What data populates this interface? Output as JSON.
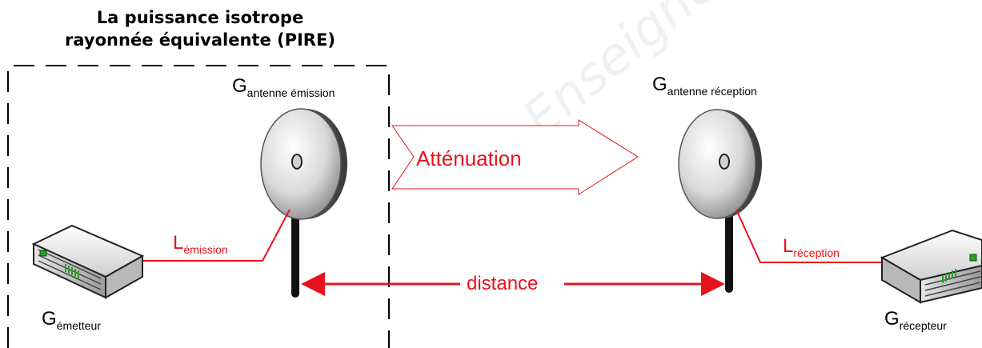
{
  "title": {
    "line1": "La puissance isotrope",
    "line2": "rayonnée équivalente (PIRE)"
  },
  "labels": {
    "g_antenne_emission": {
      "main": "G",
      "sub": "antenne émission"
    },
    "g_antenne_reception": {
      "main": "G",
      "sub": "antenne réception"
    },
    "l_emission": {
      "main": "L",
      "sub": "émission"
    },
    "l_reception": {
      "main": "L",
      "sub": "réception"
    },
    "g_emetteur": {
      "main": "G",
      "sub": "émetteur"
    },
    "g_recepteur": {
      "main": "G",
      "sub": "récepteur"
    },
    "attenuation": "Atténuation",
    "distance": "distance"
  },
  "watermark": "Enseignement professionnel",
  "colors": {
    "accent_red": "#e8121c",
    "device_green": "#2aa02a",
    "dashed_box": "#000000"
  },
  "icons": [
    "dish-antenna-icon",
    "router-icon"
  ]
}
